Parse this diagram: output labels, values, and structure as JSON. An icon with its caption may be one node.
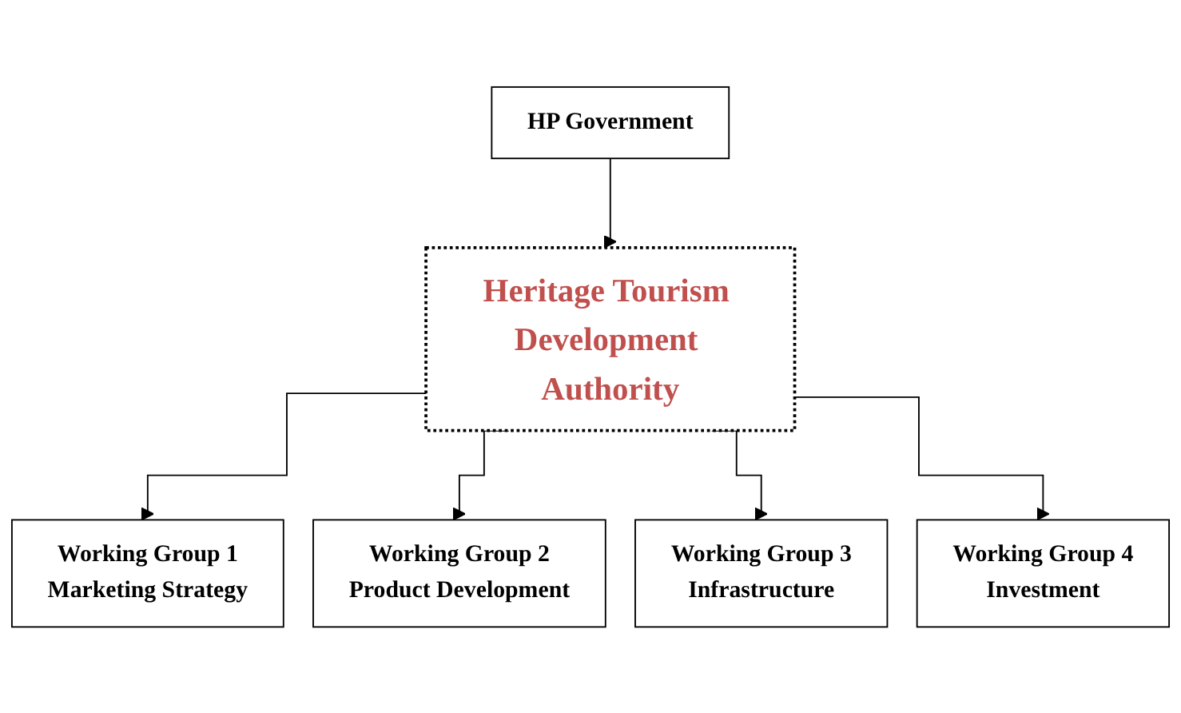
{
  "diagram": {
    "nodes": [
      {
        "text": [
          "HP Government"
        ]
      },
      {
        "text": [
          "Heritage Tourism Development Authority"
        ]
      },
      {
        "text": [
          "Working Group 1",
          "Marketing Strategy"
        ]
      },
      {
        "text": [
          "Working Group 2",
          "Product Development"
        ]
      },
      {
        "text": [
          "Working Group 3",
          "Infrastructure"
        ]
      },
      {
        "text": [
          "Working Group 4",
          "Investment"
        ]
      }
    ],
    "edges": [
      {
        "from": 0,
        "to": 1,
        "arrow": "to"
      },
      {
        "from": 1,
        "to": 2,
        "arrow": "to"
      },
      {
        "from": 1,
        "to": 3,
        "arrow": "to"
      },
      {
        "from": 1,
        "to": 4,
        "arrow": "to"
      },
      {
        "from": 1,
        "to": 5,
        "arrow": "to"
      }
    ]
  }
}
